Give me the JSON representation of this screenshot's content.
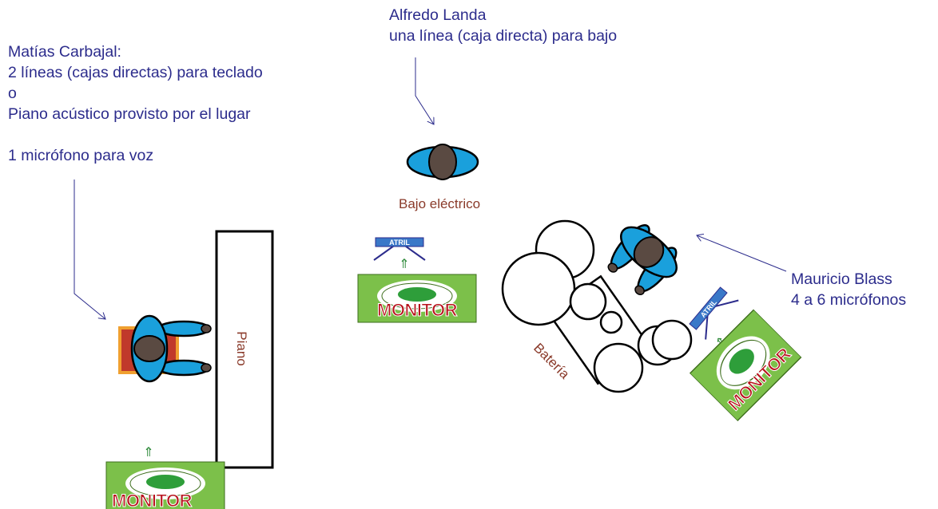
{
  "notes": {
    "keyboard": [
      "Matías Carbajal:",
      "2 líneas (cajas directas) para teclado",
      "o",
      "Piano acústico provisto por el lugar",
      "",
      "1 micrófono para voz"
    ],
    "bass": [
      "Alfredo Landa",
      "una línea (caja directa) para bajo"
    ],
    "drums": [
      "Mauricio Blass",
      "4 a 6 micrófonos"
    ]
  },
  "labels": {
    "piano": "Piano",
    "bass": "Bajo eléctrico",
    "drums": "Batería",
    "monitor": "MONITOR",
    "atril": "ATRIL"
  },
  "colors": {
    "annotation_text": "#2c2c8c",
    "instrument_label": "#8a3a2a",
    "musician_blue": "#1aa0dc",
    "musician_head": "#5a4a42",
    "monitor_green": "#7cc04a",
    "monitor_text": "#b8141e",
    "atril_blue": "#3a78c8",
    "stool_red": "#c0392b",
    "stool_orange": "#f0a030"
  }
}
